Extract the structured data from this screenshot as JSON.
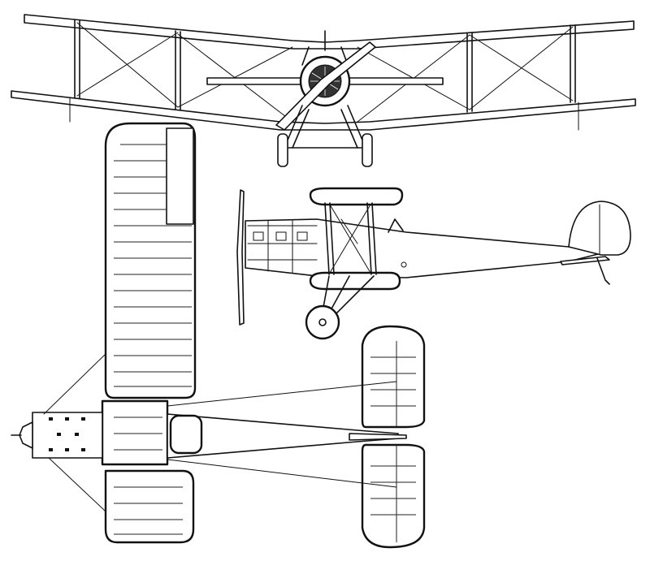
{
  "drawing": {
    "colors": {
      "ink": "#111111",
      "paper": "#ffffff"
    },
    "views": [
      "front-view",
      "side-view",
      "top-view"
    ]
  }
}
